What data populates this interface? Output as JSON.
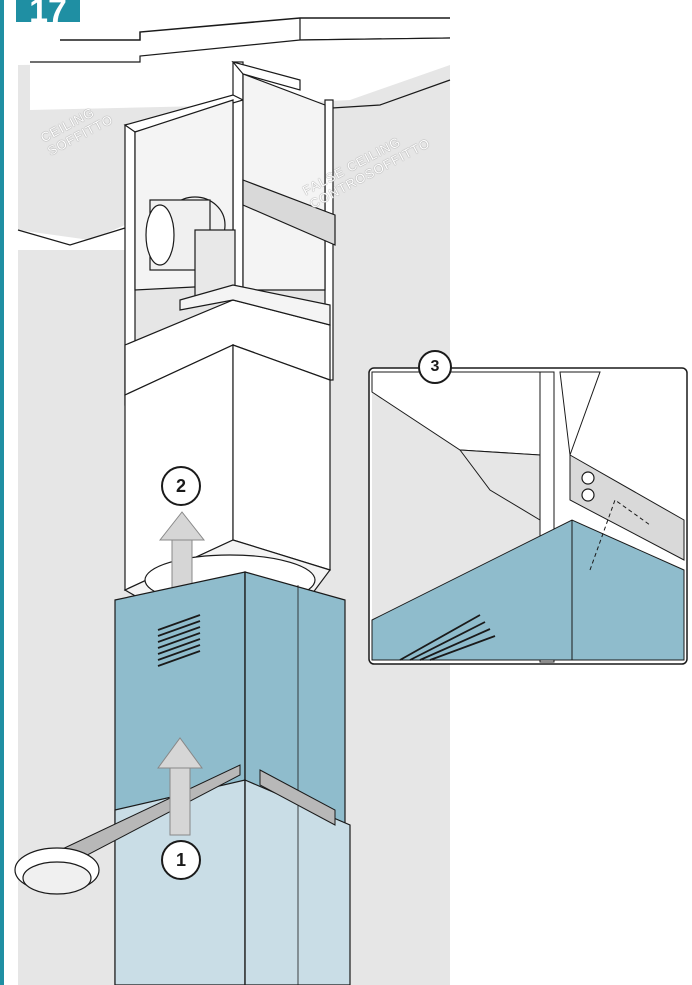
{
  "step_number": "17",
  "labels": {
    "ceiling": [
      "CEILING",
      "SOFFITTO"
    ],
    "false_ceiling": [
      "FALSE CEILING",
      "CONTROSOFFITTO"
    ]
  },
  "callouts": {
    "one": "1",
    "two": "2",
    "three": "3"
  },
  "colors": {
    "accent": "#1f8fa3",
    "chimney_upper": "#8fbccc",
    "chimney_lower": "#c9dde6",
    "ceiling_gray": "#e6e6e6"
  }
}
